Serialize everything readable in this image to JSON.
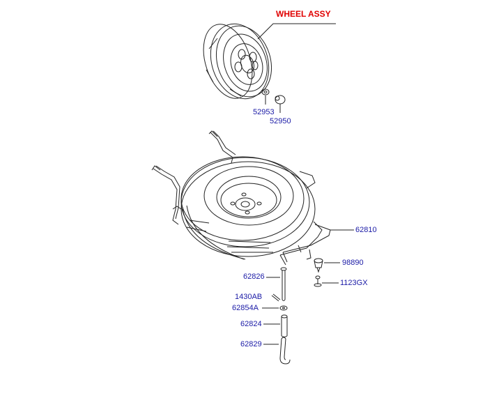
{
  "colors": {
    "title": "#e00000",
    "part_number": "#1a1aa6",
    "line_art": "#222222"
  },
  "diagram": {
    "title": "WHEEL ASSY",
    "parts": [
      {
        "id": "52953",
        "label": "52953"
      },
      {
        "id": "52950",
        "label": "52950"
      },
      {
        "id": "62810",
        "label": "62810"
      },
      {
        "id": "98890",
        "label": "98890"
      },
      {
        "id": "62826",
        "label": "62826"
      },
      {
        "id": "1123GX",
        "label": "1123GX"
      },
      {
        "id": "1430AB",
        "label": "1430AB"
      },
      {
        "id": "62854A",
        "label": "62854A"
      },
      {
        "id": "62824",
        "label": "62824"
      },
      {
        "id": "62829",
        "label": "62829"
      }
    ]
  }
}
